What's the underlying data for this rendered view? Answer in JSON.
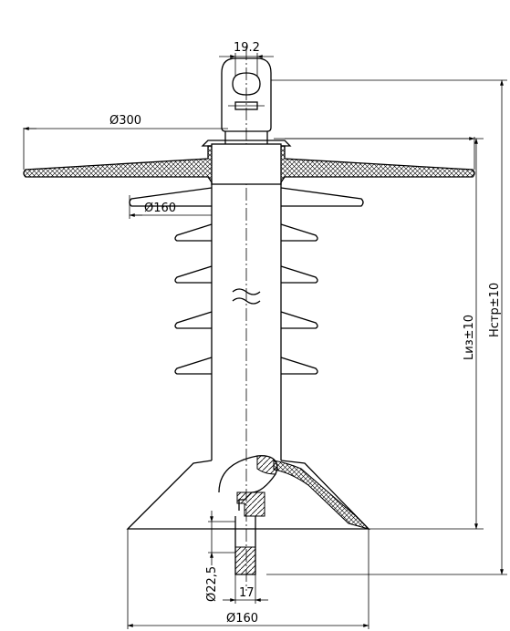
{
  "drawing": {
    "dimensions": {
      "top_width": "19.2",
      "shed_large": "Ø300",
      "shed_small": "Ø160",
      "base_diameter": "Ø160",
      "socket_width": "17",
      "socket_diameter": "Ø22,5",
      "l_iz": "Lиз±10",
      "h_str": "Hстр±10"
    }
  }
}
